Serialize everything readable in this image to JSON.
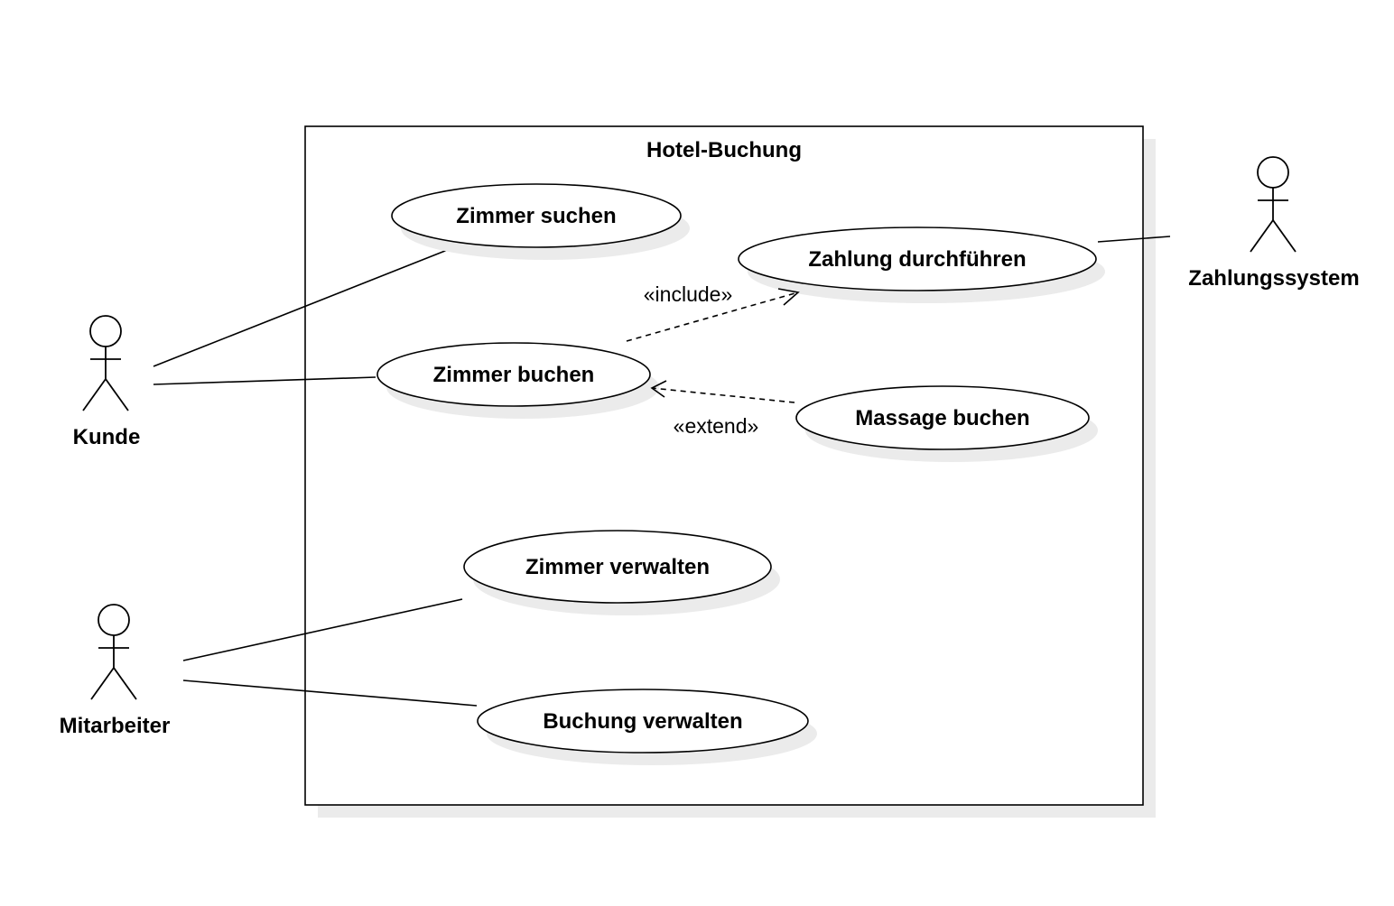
{
  "system": {
    "title": "Hotel-Buchung"
  },
  "actors": {
    "kunde": "Kunde",
    "mitarbeiter": "Mitarbeiter",
    "zahlungssystem": "Zahlungssystem"
  },
  "use_cases": {
    "zimmer_suchen": "Zimmer suchen",
    "zahlung_durchfuehren": "Zahlung durchführen",
    "zimmer_buchen": "Zimmer buchen",
    "massage_buchen": "Massage buchen",
    "zimmer_verwalten": "Zimmer verwalten",
    "buchung_verwalten": "Buchung verwalten"
  },
  "relations": {
    "include": "«include»",
    "extend": "«extend»"
  }
}
